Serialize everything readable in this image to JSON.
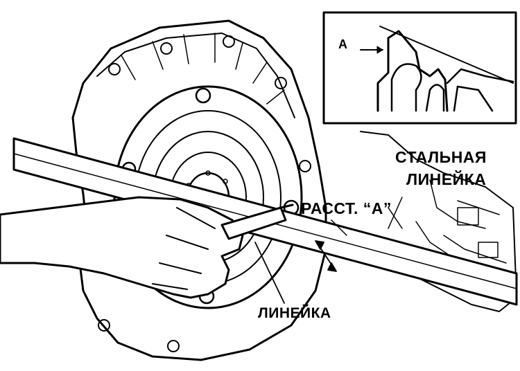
{
  "labels": {
    "steel_ruler_line1": "СТАЛЬНАЯ",
    "steel_ruler_line2": "ЛИНЕЙКА",
    "distance_a": "РАССТ. “A”",
    "ruler": "ЛИНЕЙКА",
    "inset_marker": "A"
  },
  "colors": {
    "ink": "#000000",
    "paper": "#ffffff"
  }
}
